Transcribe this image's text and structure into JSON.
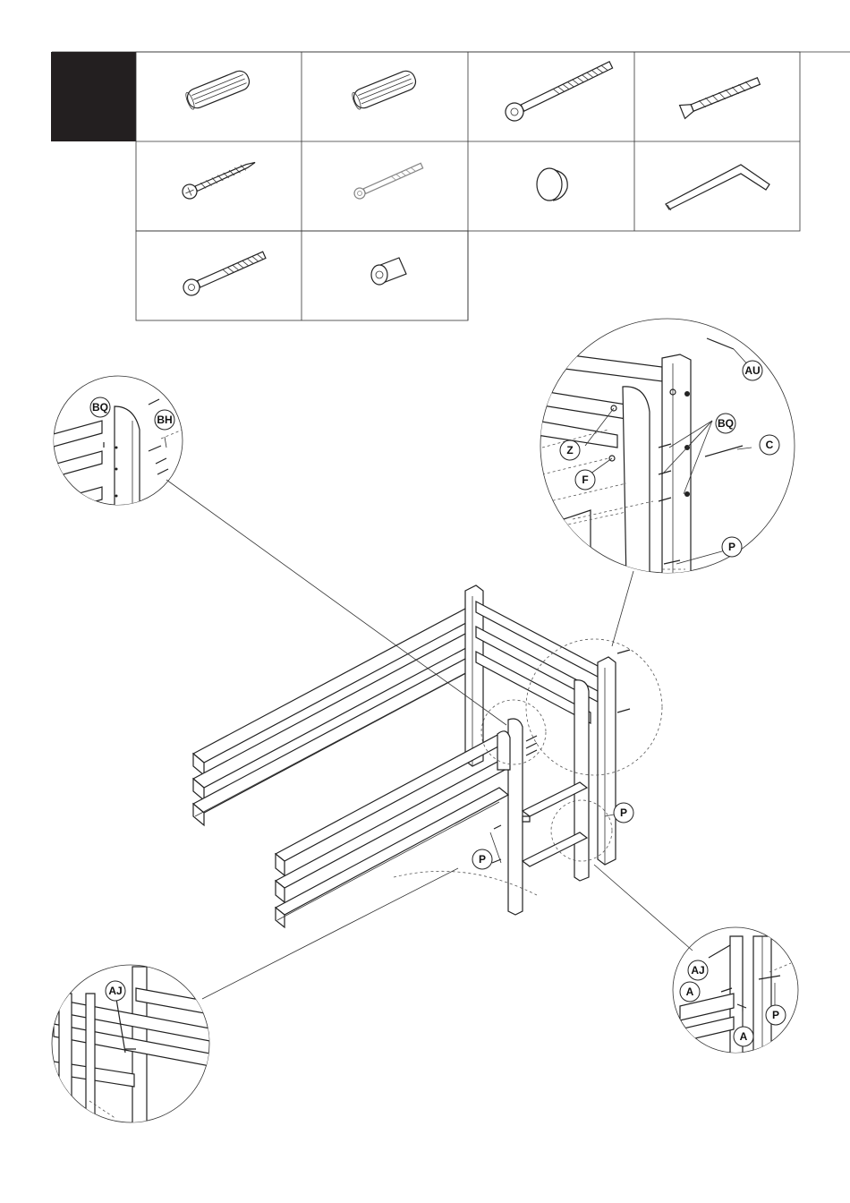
{
  "labels": {
    "bq_left": "BQ",
    "bh": "BH",
    "au": "AU",
    "bq_right": "BQ",
    "z": "Z",
    "c": "C",
    "f": "F",
    "p_zoom": "P",
    "p_right": "P",
    "p_left": "P",
    "aj_right": "AJ",
    "a_upper": "A",
    "a_lower": "A",
    "p_bottom": "P",
    "aj_left": "AJ"
  }
}
